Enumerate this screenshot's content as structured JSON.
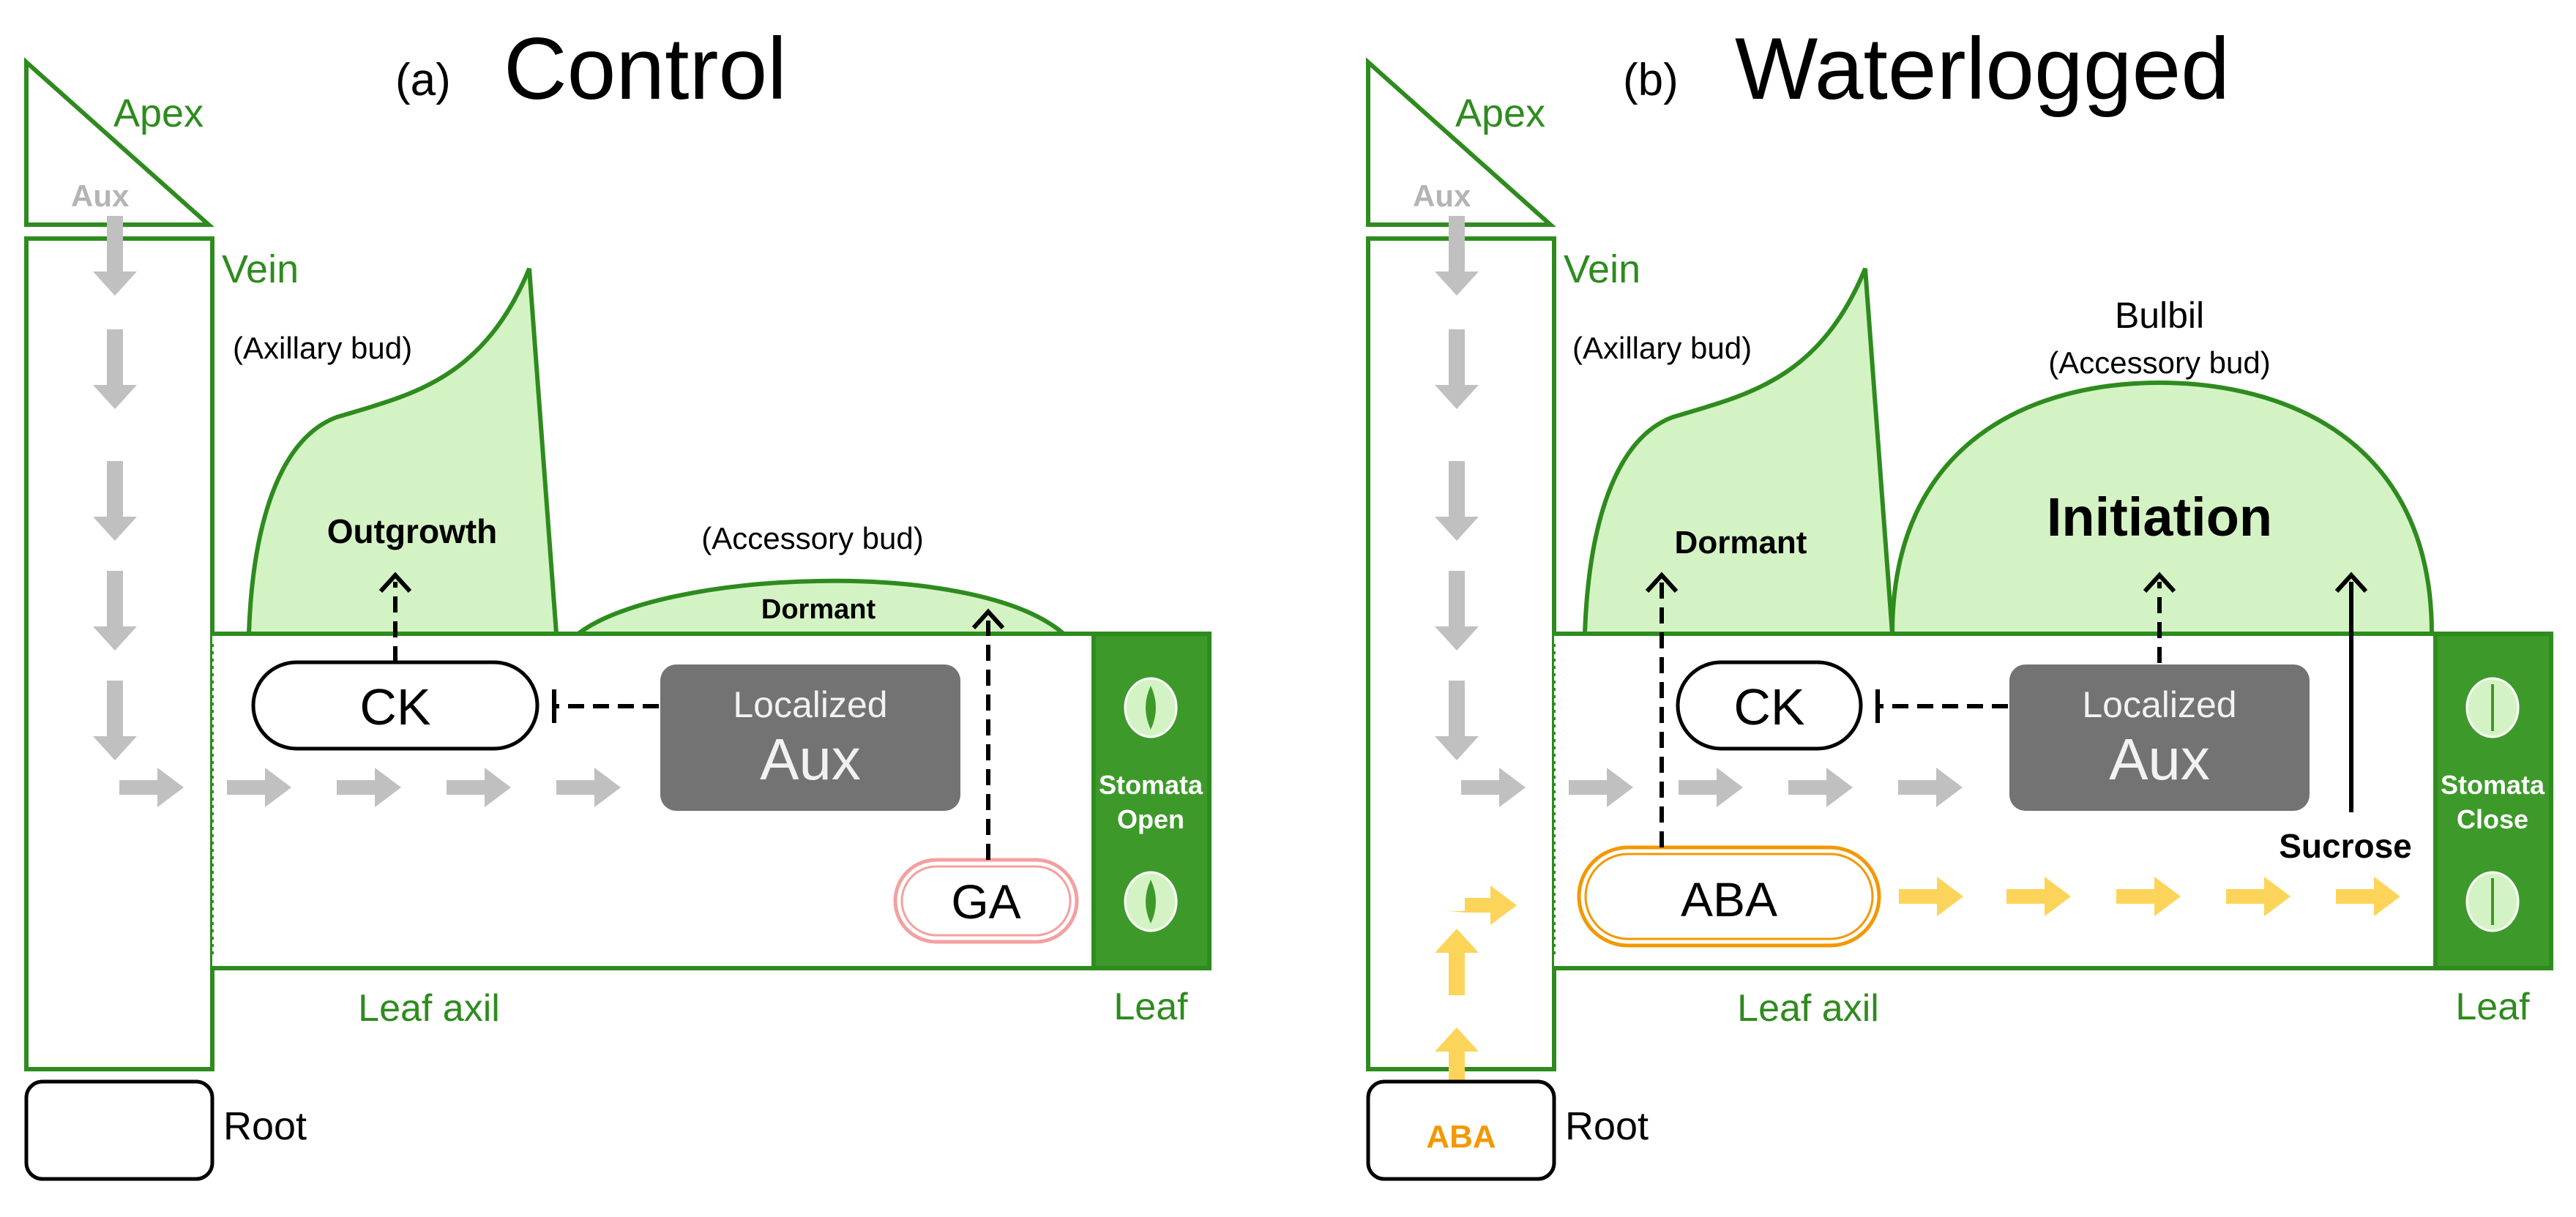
{
  "colors": {
    "green_line": "#2e8b1e",
    "green_fill": "#d4f3c4",
    "leaf_fill": "#3d9a2a",
    "aux_box": "#737373",
    "grey_arrow": "#c0c0c0",
    "yellow_arrow": "#fdd45a",
    "aba_orange": "#f39800",
    "ga_pink": "#f4a0a0"
  },
  "panels": [
    {
      "tag": "(a)",
      "title": "Control",
      "apex": "Apex",
      "apex_aux": "Aux",
      "vein": "Vein",
      "axillary_bud": "(Axillary bud)",
      "axillary_state": "Outgrowth",
      "accessory_bud": "(Accessory bud)",
      "accessory_state": "Dormant",
      "ck": "CK",
      "localized": "Localized",
      "aux": "Aux",
      "hormone": "GA",
      "stomata_1": "Stomata",
      "stomata_2": "Open",
      "leaf_axil": "Leaf axil",
      "leaf": "Leaf",
      "root": "Root",
      "root_label": ""
    },
    {
      "tag": "(b)",
      "title": "Waterlogged",
      "apex": "Apex",
      "apex_aux": "Aux",
      "vein": "Vein",
      "axillary_bud": "(Axillary bud)",
      "axillary_state": "Dormant",
      "bulbil": "Bulbil",
      "accessory_bud": "(Accessory bud)",
      "accessory_state": "Initiation",
      "ck": "CK",
      "localized": "Localized",
      "aux": "Aux",
      "hormone": "ABA",
      "sucrose": "Sucrose",
      "stomata_1": "Stomata",
      "stomata_2": "Close",
      "leaf_axil": "Leaf axil",
      "leaf": "Leaf",
      "root": "Root",
      "root_label": "ABA"
    }
  ]
}
